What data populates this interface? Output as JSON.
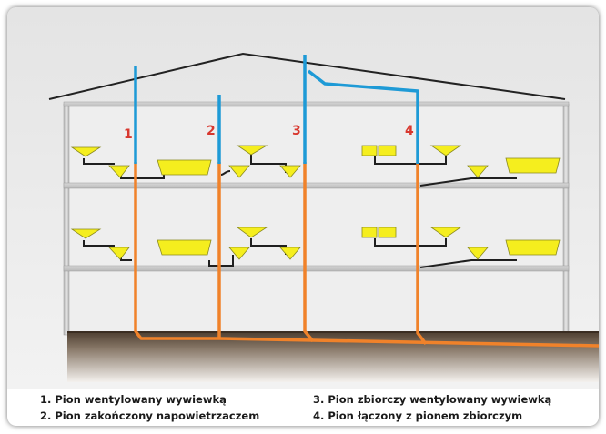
{
  "stack_numbers": [
    "1",
    "2",
    "3",
    "4"
  ],
  "legend": [
    "1. Pion wentylowany wywiewką",
    "2. Pion zakończony napowietrzaczem",
    "3. Pion zbiorczy wentylowany wywiewką",
    "4. Pion łączony z pionem zbiorczym"
  ],
  "colors": {
    "vent_pipe": "#1e9ad6",
    "drain_pipe": "#f0822a",
    "fixture": "#f5ee1e",
    "ground": "#5a4a3a"
  }
}
